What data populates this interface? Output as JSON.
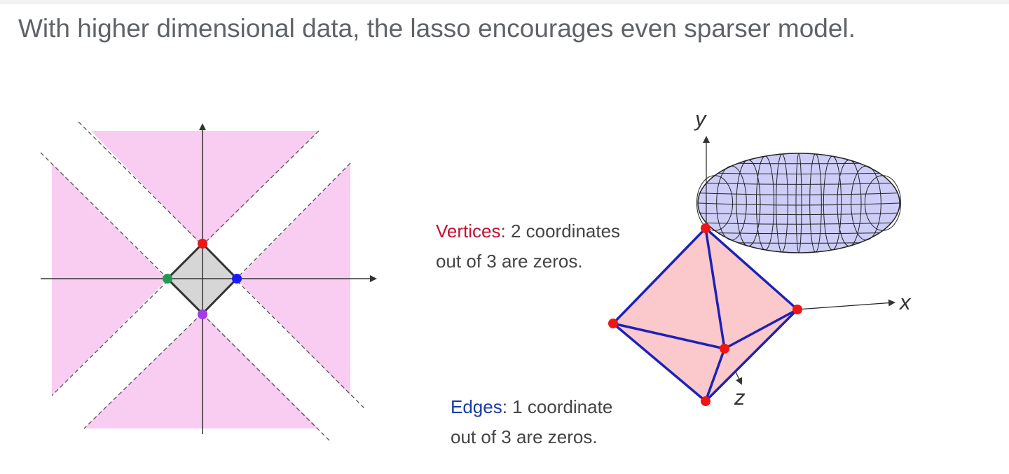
{
  "slide": {
    "title": "With higher dimensional data, the lasso encourages even sparser model."
  },
  "captions": {
    "vertices_key": "Vertices",
    "vertices_rest_1": ": 2 coordinates",
    "vertices_rest_2": "out of 3 are zeros.",
    "edges_key": "Edges",
    "edges_rest_1": ": 1 coordinate",
    "edges_rest_2": "out of 3 are zeros."
  },
  "axes3d": {
    "x": "x",
    "y": "y",
    "z": "z"
  },
  "colors": {
    "pink_region": "#f9ccf2",
    "diamond_fill": "#d6d6d6",
    "octahedron_fill": "#fbc8cc",
    "octahedron_edge": "#1c22b8",
    "ellipsoid_fill": "#cdcdf8",
    "vertex_red": "#f01414",
    "vertex_green": "#1f9a4e",
    "vertex_blue": "#1a1aff",
    "vertex_purple": "#a23ce6"
  }
}
